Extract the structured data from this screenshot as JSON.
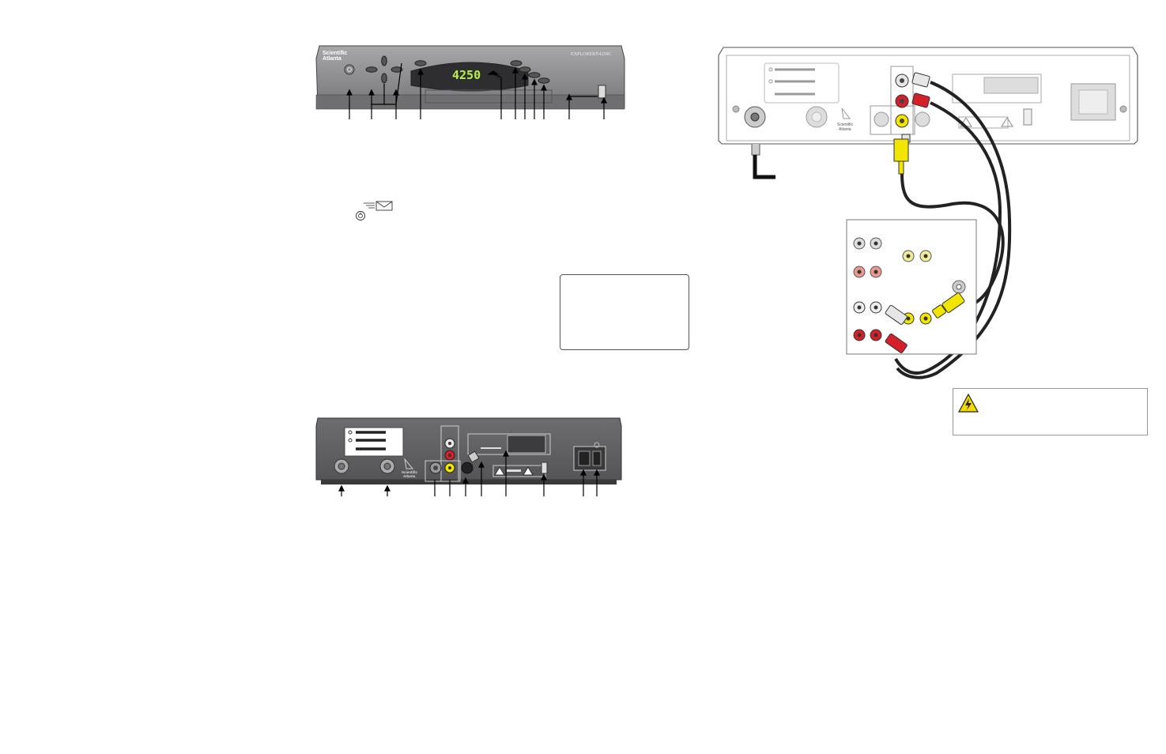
{
  "front_panel": {
    "brand_line1": "Scientific",
    "brand_line2": "Atlanta",
    "brand_sub": "",
    "model": "EXPLORER®4250C",
    "display": "4250"
  },
  "back_panel": {
    "brand_line1": "Scientific",
    "brand_line2": "Atlanta"
  },
  "hookup": {
    "brand_line1": "Scientific",
    "brand_line2": "Atlanta"
  },
  "icons": {
    "mail": "mail-icon",
    "power": "power-icon"
  },
  "colors": {
    "panel_gray": "#8a8a8d",
    "display_green": "#b8f04a",
    "rca_yellow": "#f2e600",
    "rca_red": "#d4202a",
    "rca_white": "#e6e6e6",
    "warning_yellow": "#f5d800"
  }
}
